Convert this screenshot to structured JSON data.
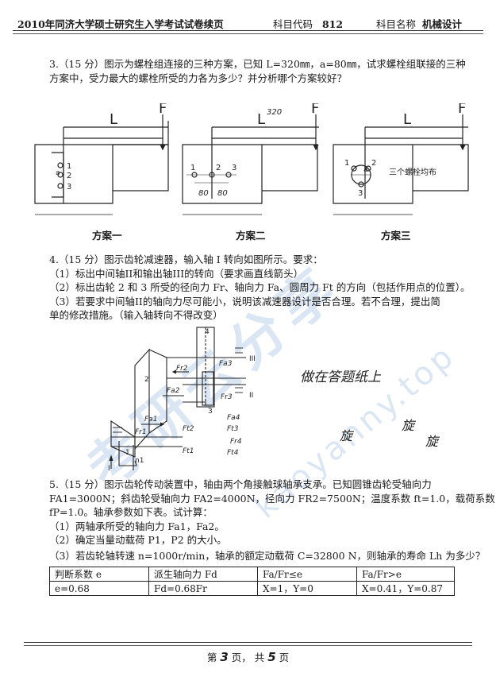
{
  "header": {
    "title": "2010年同济大学硕士研究生入学考试试卷续页",
    "code_label": "科目代码",
    "code": "812",
    "subject_label": "科目名称",
    "subject": "机械设计"
  },
  "q3": {
    "line1": "3.（15 分）图示为螺栓组连接的三种方案，已知 L=320㎜，a=80㎜，试求螺栓组联接的三种",
    "line2": "方案中，受力最大的螺栓所受的力各为多少？并分析哪个方案较好？",
    "fig": {
      "L": "L",
      "F": "F",
      "note_320": "320",
      "bolts": [
        "1",
        "2",
        "3"
      ],
      "a": "a",
      "dims": [
        "80",
        "80"
      ],
      "three_bolts_note": "三个螺栓均布",
      "captions": [
        "方案一",
        "方案二",
        "方案三"
      ]
    }
  },
  "q4": {
    "line1": "4.（15 分）图示齿轮减速器，输入轴 I 转向如图所示。要求：",
    "line2": "（1）标出中间轴II和输出轴III的转向（要求画直线箭头）",
    "line3": "（2）标出齿轮 2 和 3 所受的径向力 Fr、轴向力 Fa、圆周力 Ft 的方向（包括作用点的位置）。",
    "line4": "（3）若要求中间轴II的轴向力尽可能小，说明该减速器设计是否合理。若不合理，提出简",
    "line5": "单的修改措施。（输入轴转向不得改变）",
    "fig": {
      "shafts": [
        "I",
        "II",
        "III"
      ],
      "gears": [
        "1",
        "2",
        "3",
        "4"
      ],
      "n1": "n1",
      "forces": [
        "Fr2",
        "Fa3",
        "Fr3",
        "Fa2",
        "Ft2",
        "Ft3",
        "Fa1",
        "Fr1",
        "Ft1",
        "Fa4",
        "Fr4",
        "Ft4"
      ]
    },
    "handwriting": {
      "note": "做在答题纸上",
      "words": [
        "旋",
        "旋",
        "旋"
      ]
    }
  },
  "q5": {
    "line1": "5.（15 分）图示齿轮传动装置中，轴由两个角接触球轴承支承。已知圆锥齿轮受轴向力",
    "line2": "FA1=3000N；斜齿轮受轴向力 FA2=4000N，径向力 FR2=7500N；温度系数 ft=1.0，载荷系数",
    "line3": "fP=1.0。轴承参数如下表。试计算：",
    "line4": "（1）两轴承所受的轴向力 Fa1，Fa2。",
    "line5": "（2）确定当量动载荷 P1，P2 的大小。",
    "line6": "（3）若齿轮轴转速 n=1000r/min，轴承的额定动载荷 C=32800 N，则轴承的寿命 Lh 为多少？",
    "table": {
      "headers": [
        "判断系数 e",
        "派生轴向力 Fd",
        "Fa/Fr≤e",
        "Fa/Fr>e"
      ],
      "row": [
        "e=0.68",
        "Fd=0.68Fr",
        "X=1，Y=0",
        "X=0.41，Y=0.87"
      ]
    }
  },
  "footer": {
    "prefix": "第",
    "page": "3",
    "mid": "页， 共",
    "total": "5",
    "suffix": "页"
  },
  "watermark": {
    "site": "kaoyanny.top",
    "brand": "考研云分享"
  }
}
